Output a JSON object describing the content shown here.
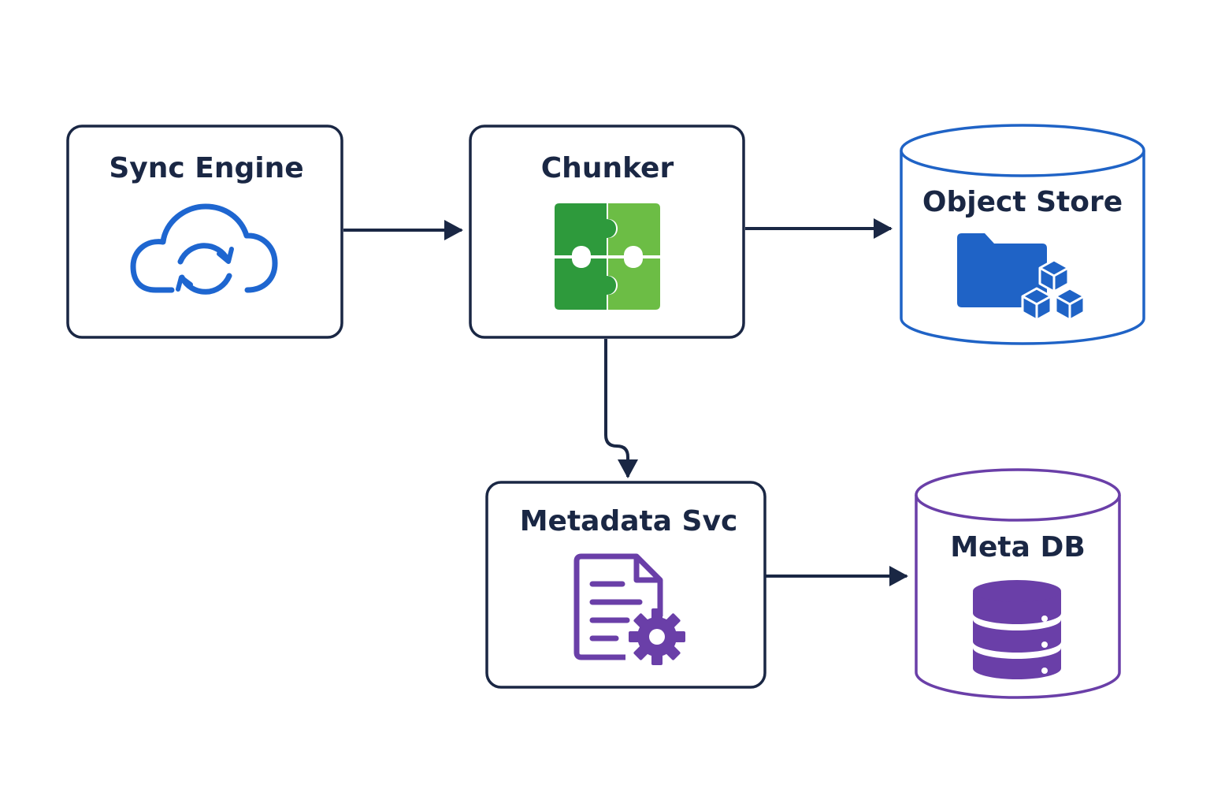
{
  "nodes": {
    "sync_engine": {
      "label": "Sync Engine",
      "icon": "cloud-sync-icon"
    },
    "chunker": {
      "label": "Chunker",
      "icon": "puzzle-icon"
    },
    "object_store": {
      "label": "Object Store",
      "icon": "folder-cubes-icon"
    },
    "metadata_svc": {
      "label": "Metadata Svc",
      "icon": "document-gear-icon"
    },
    "meta_db": {
      "label": "Meta DB",
      "icon": "database-icon"
    }
  },
  "edges": [
    {
      "from": "Sync Engine",
      "to": "Chunker"
    },
    {
      "from": "Chunker",
      "to": "Object Store"
    },
    {
      "from": "Chunker",
      "to": "Metadata Svc"
    },
    {
      "from": "Metadata Svc",
      "to": "Meta DB"
    }
  ],
  "colors": {
    "outline": "#1a2744",
    "cloud_blue": "#1e66d0",
    "store_blue": "#1f63c6",
    "puzzle_dark_green": "#2e9a3c",
    "puzzle_light_green": "#6cbd45",
    "purple": "#6a3fa8"
  }
}
